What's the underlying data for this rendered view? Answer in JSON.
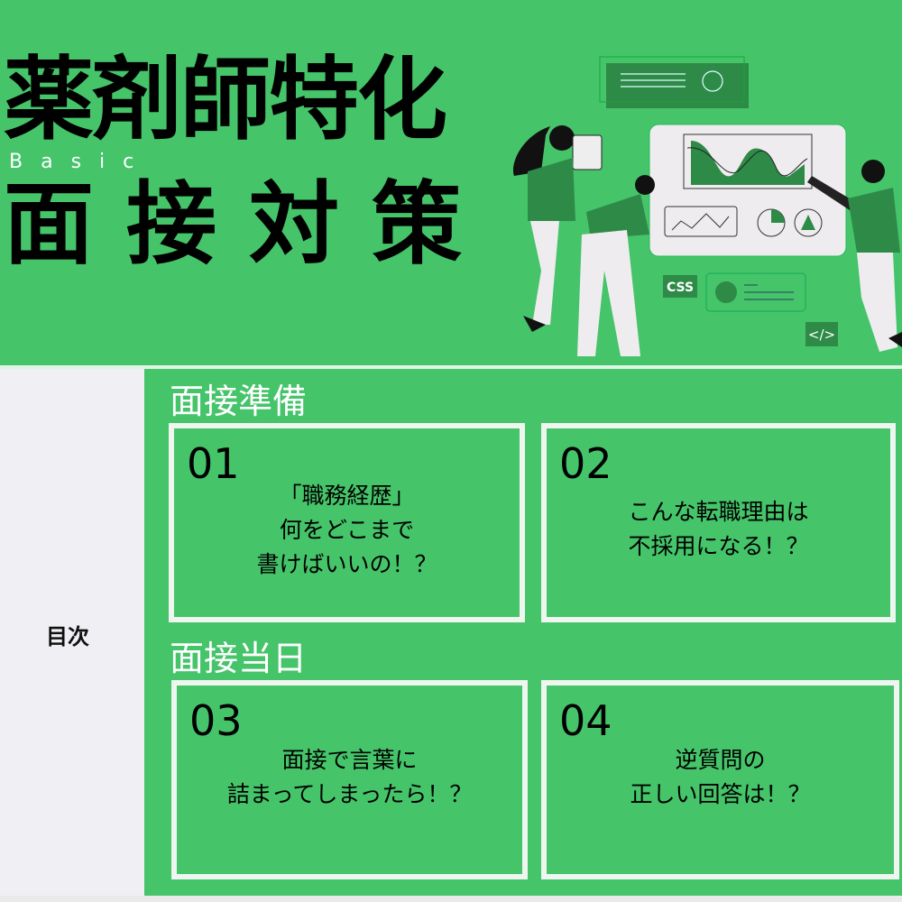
{
  "header": {
    "title_line1": "薬剤師特化",
    "subtitle": "Basic",
    "title_line2": "面接対策"
  },
  "illustration": {
    "badge_css": "CSS",
    "badge_code": "</>"
  },
  "sidebar": {
    "toc_label": "目次"
  },
  "sections": [
    {
      "heading": "面接準備",
      "cards": [
        {
          "num": "01",
          "lines": [
            "「職務経歴」",
            "何をどこまで",
            "書けばいいの！？"
          ]
        },
        {
          "num": "02",
          "lines": [
            "こんな転職理由は",
            "不採用になる！？"
          ]
        }
      ]
    },
    {
      "heading": "面接当日",
      "cards": [
        {
          "num": "03",
          "lines": [
            "面接で言葉に",
            "詰まってしまったら！？"
          ]
        },
        {
          "num": "04",
          "lines": [
            "逆質問の",
            "正しい回答は！？"
          ]
        }
      ]
    }
  ],
  "colors": {
    "green": "#45c46a",
    "dark_green": "#2e8a47",
    "light": "#f0eff3"
  }
}
